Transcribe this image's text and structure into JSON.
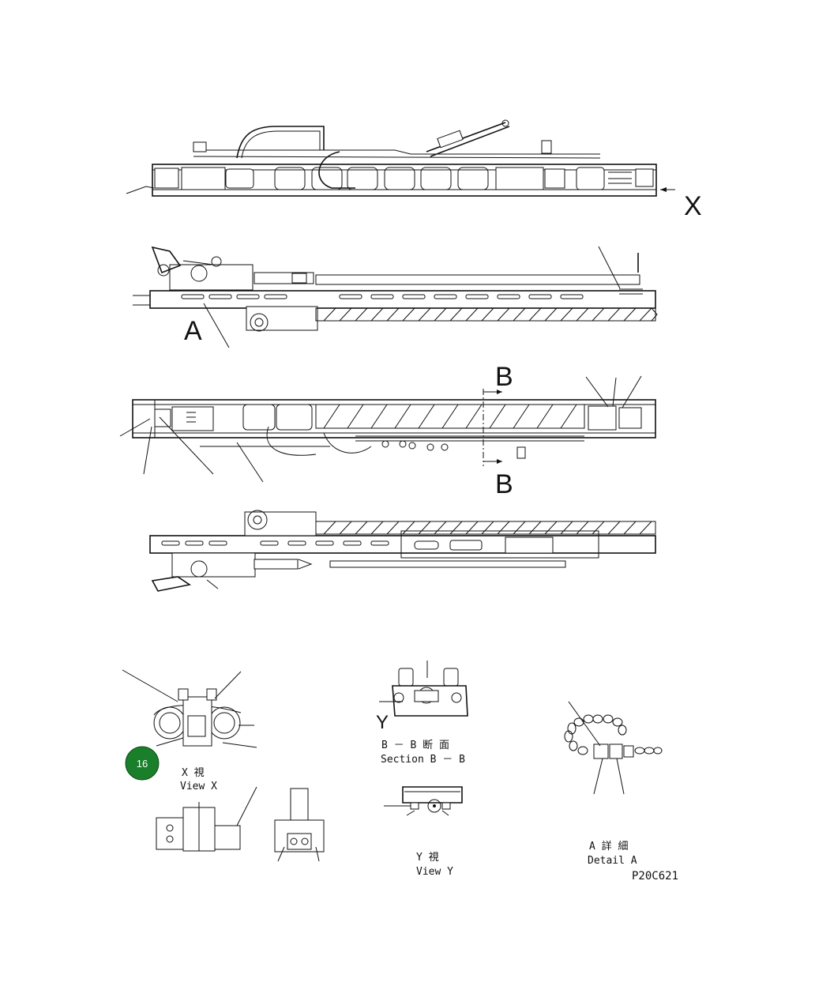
{
  "drawing_code": "P20C621",
  "callout_badge": {
    "number": "16",
    "color": "#1a7f2a"
  },
  "view_letters": {
    "x_arrow": "X",
    "a_marker": "A",
    "b_top": "B",
    "b_bottom": "B",
    "y_marker": "Y"
  },
  "captions": {
    "view_x_jp": "X 視",
    "view_x_en": "View X",
    "section_b_jp": "B － B 断 面",
    "section_b_en": "Section B － B",
    "view_y_jp": "Y 視",
    "view_y_en": "View Y",
    "detail_a_jp": "A 詳 細",
    "detail_a_en": "Detail A"
  },
  "colors": {
    "line": "#111111",
    "badge": "#1a7f2a",
    "background": "#ffffff"
  }
}
